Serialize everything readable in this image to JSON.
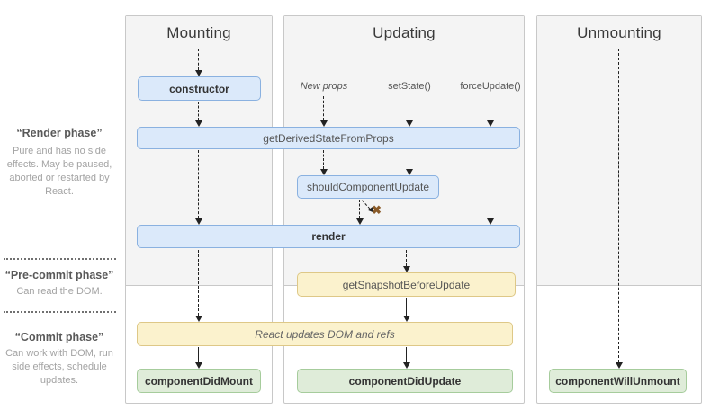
{
  "sidebar": {
    "phases": [
      {
        "title": "“Render phase”",
        "desc": "Pure and has no side effects. May be paused, aborted or restarted by React."
      },
      {
        "title": "“Pre-commit phase”",
        "desc": "Can read the DOM."
      },
      {
        "title": "“Commit phase”",
        "desc": "Can work with DOM, run side effects, schedule updates."
      }
    ]
  },
  "columns": {
    "mounting": {
      "title": "Mounting"
    },
    "updating": {
      "title": "Updating",
      "triggers": [
        "New props",
        "setState()",
        "forceUpdate()"
      ]
    },
    "unmounting": {
      "title": "Unmounting"
    }
  },
  "nodes": {
    "constructor": "constructor",
    "getDerivedStateFromProps": "getDerivedStateFromProps",
    "shouldComponentUpdate": "shouldComponentUpdate",
    "render": "render",
    "getSnapshotBeforeUpdate": "getSnapshotBeforeUpdate",
    "reactUpdates": "React updates DOM and refs",
    "componentDidMount": "componentDidMount",
    "componentDidUpdate": "componentDidUpdate",
    "componentWillUnmount": "componentWillUnmount"
  },
  "icons": {
    "stop_mark": "✖"
  },
  "colors": {
    "node_blue_fill": "#dbe9fa",
    "node_blue_border": "#8ab1e0",
    "node_yellow_fill": "#fbf2cd",
    "node_yellow_border": "#dec887",
    "node_green_fill": "#dfecd9",
    "node_green_border": "#a6cc9c",
    "panel_bg": "#f4f4f4",
    "panel_border": "#c8c8c8",
    "stop_mark_color": "#8a5a28",
    "arrow_color": "#222222"
  }
}
